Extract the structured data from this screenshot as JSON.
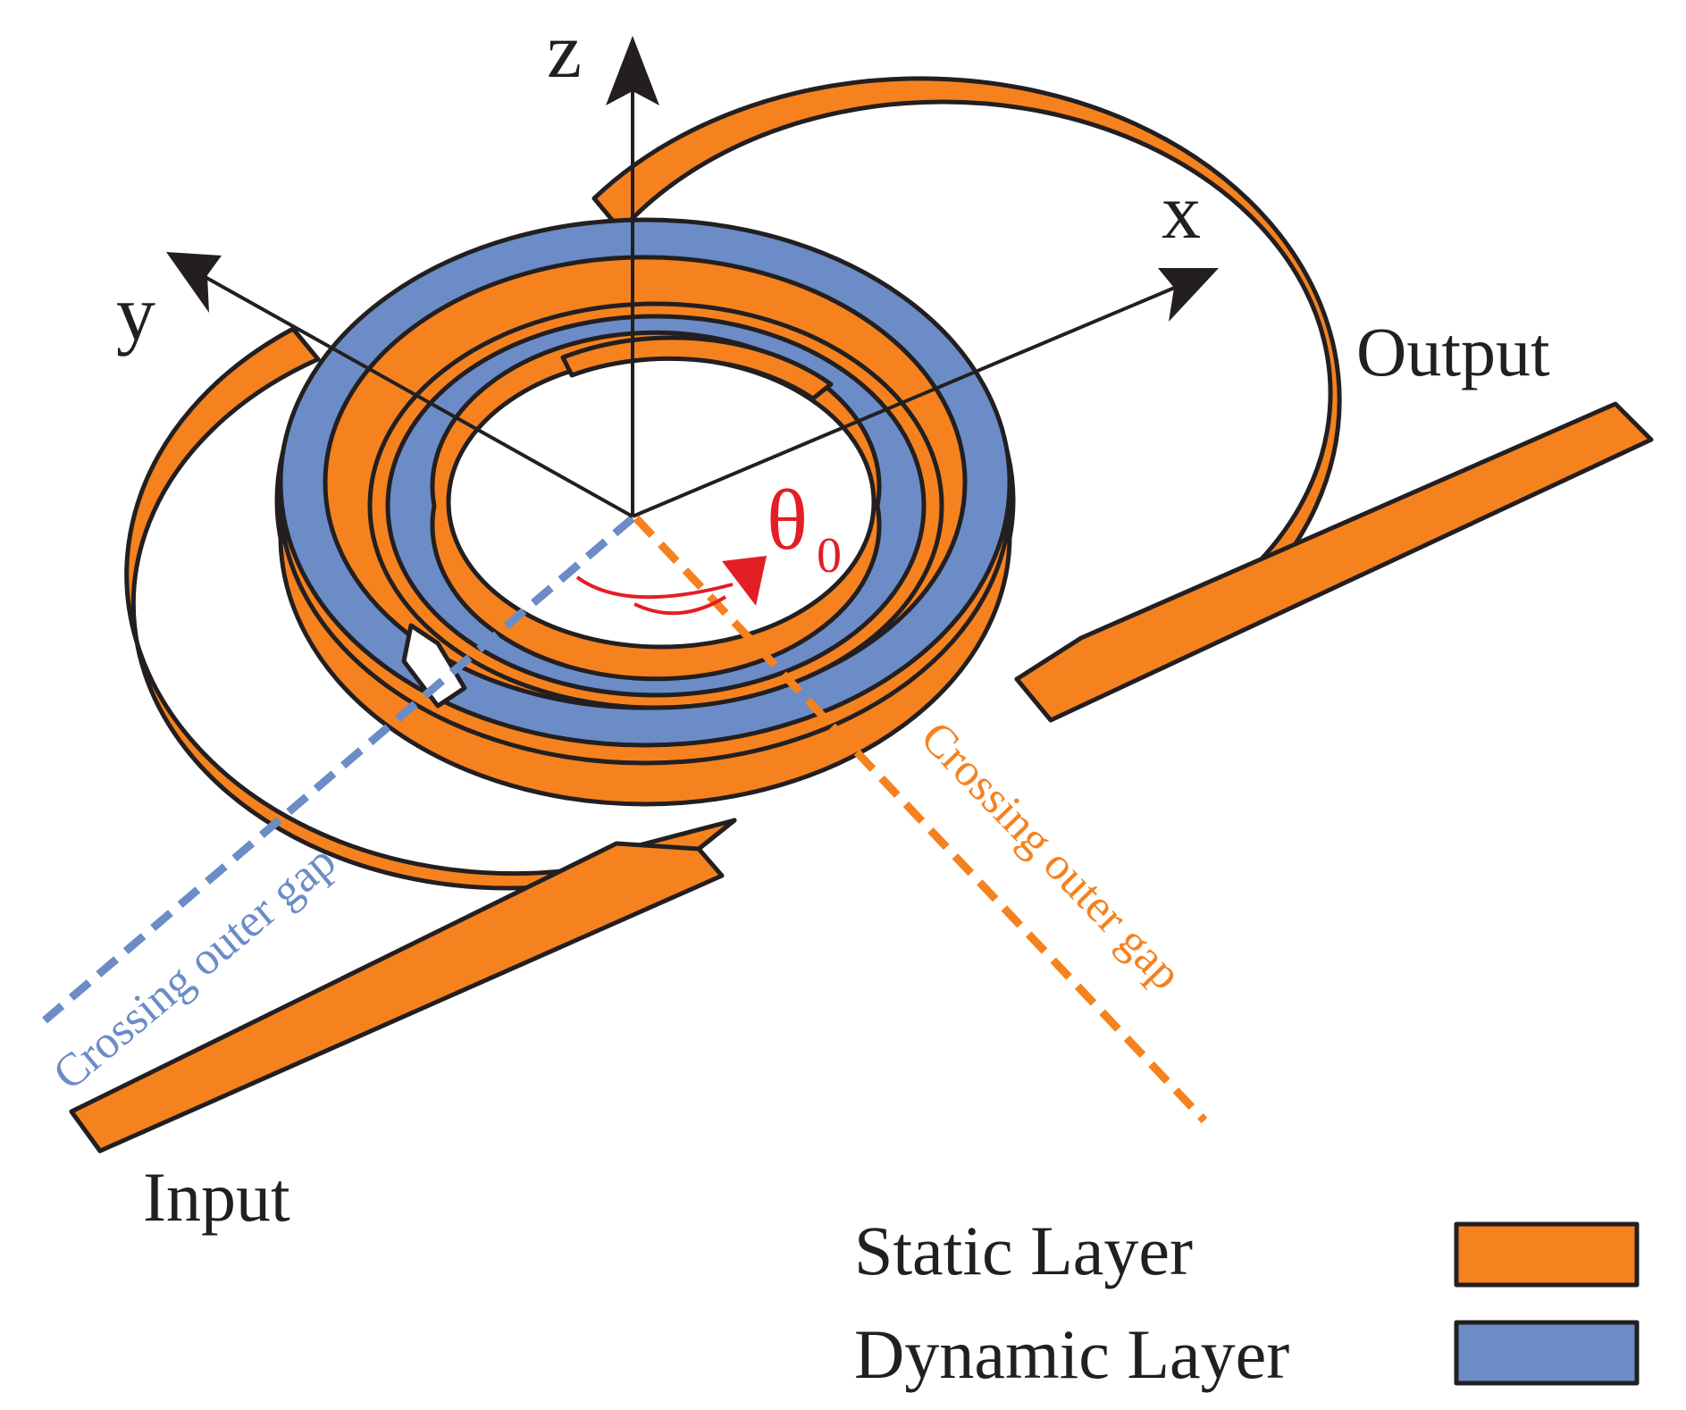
{
  "axes": {
    "x": "x",
    "y": "y",
    "z": "z"
  },
  "labels": {
    "input": "Input",
    "output": "Output",
    "angle_symbol": "θ",
    "angle_subscript": "0",
    "blue_gap": "Crossing outer gap",
    "orange_gap": "Crossing outer gap"
  },
  "legend": [
    {
      "label": "Static Layer",
      "color": "#f5821f"
    },
    {
      "label": "Dynamic Layer",
      "color": "#6b8cc7"
    }
  ],
  "colors": {
    "static": "#f5821f",
    "dynamic": "#6b8cc7",
    "angle": "#e31e24",
    "outline": "#231f20",
    "blue_dash": "#6b8cc7",
    "orange_dash": "#f5821f"
  }
}
